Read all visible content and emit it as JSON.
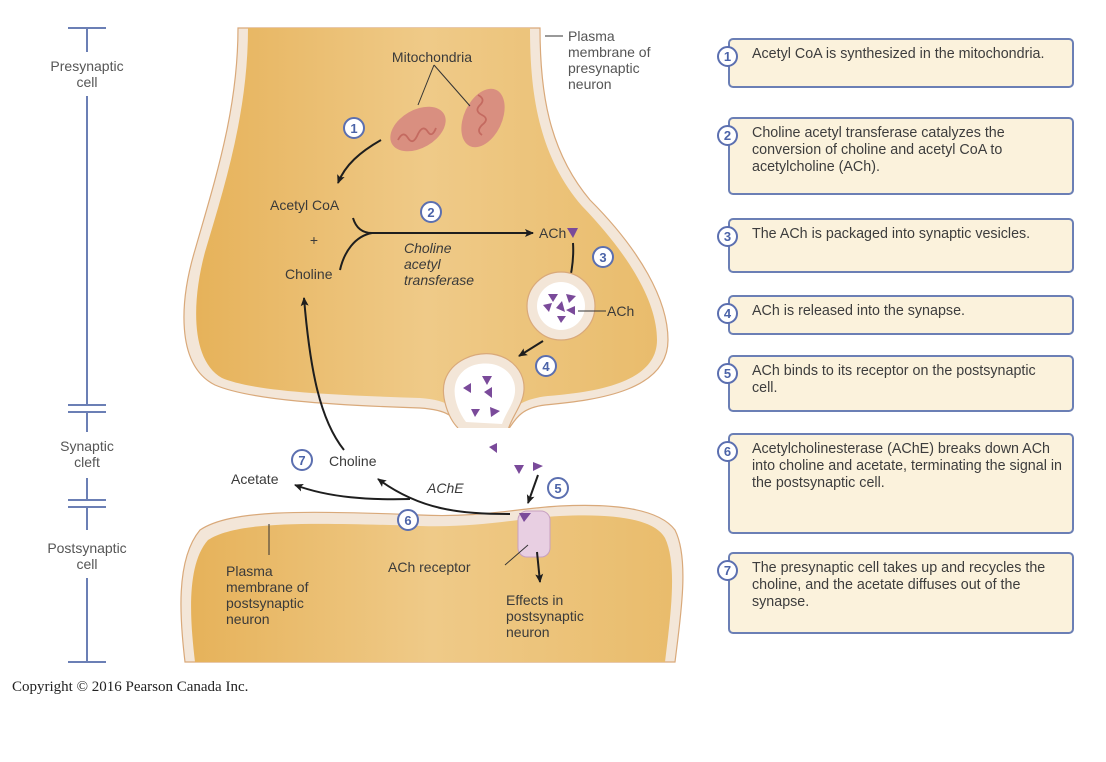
{
  "diagram": {
    "scale_labels": {
      "presynaptic": [
        "Presynaptic",
        "cell"
      ],
      "cleft": [
        "Synaptic",
        "cleft"
      ],
      "postsynaptic": [
        "Postsynaptic",
        "cell"
      ]
    },
    "labels": {
      "mitochondria": "Mitochondria",
      "plasma_pre": [
        "Plasma",
        "membrane of",
        "presynaptic",
        "neuron"
      ],
      "acetyl_coa": "Acetyl CoA",
      "plus": "+",
      "choline_top": "Choline",
      "enzyme": [
        "Choline",
        "acetyl",
        "transferase"
      ],
      "ach_top": "ACh",
      "ach_vesicle": "ACh",
      "choline_bottom": "Choline",
      "acetate": "Acetate",
      "ache": "AChE",
      "plasma_post": [
        "Plasma",
        "membrane of",
        "postsynaptic",
        "neuron"
      ],
      "ach_receptor": "ACh receptor",
      "effects": [
        "Effects in",
        "postsynaptic",
        "neuron"
      ]
    },
    "markers": [
      "1",
      "2",
      "3",
      "4",
      "5",
      "6",
      "7"
    ],
    "colors": {
      "cytoplasm": "#ecc27a",
      "membrane": "#f3e6d8",
      "membrane_edge": "#d9a97a",
      "mitochondria": "#d98a7a",
      "ach": "#7a4a9a",
      "receptor": "#e8cfe2",
      "scale_bar": "#6b7fb5",
      "step_fill": "#fbf2dc",
      "step_border": "#6b7fb5"
    }
  },
  "steps": [
    {
      "num": "1",
      "text": "Acetyl CoA is synthesized in the mitochondria."
    },
    {
      "num": "2",
      "text": "Choline acetyl transferase catalyzes the conversion of choline and acetyl CoA to acetylcholine (ACh)."
    },
    {
      "num": "3",
      "text": "The ACh is packaged into synaptic vesicles."
    },
    {
      "num": "4",
      "text": "ACh is released into the synapse."
    },
    {
      "num": "5",
      "text": "ACh binds to its receptor on the postsynaptic cell."
    },
    {
      "num": "6",
      "text": "Acetylcholinesterase (AChE) breaks down ACh into choline and acetate, terminating the signal in the postsynaptic cell."
    },
    {
      "num": "7",
      "text": "The presynaptic cell takes up and recycles the choline, and the acetate diffuses out of the synapse."
    }
  ],
  "copyright": "Copyright © 2016 Pearson Canada Inc."
}
